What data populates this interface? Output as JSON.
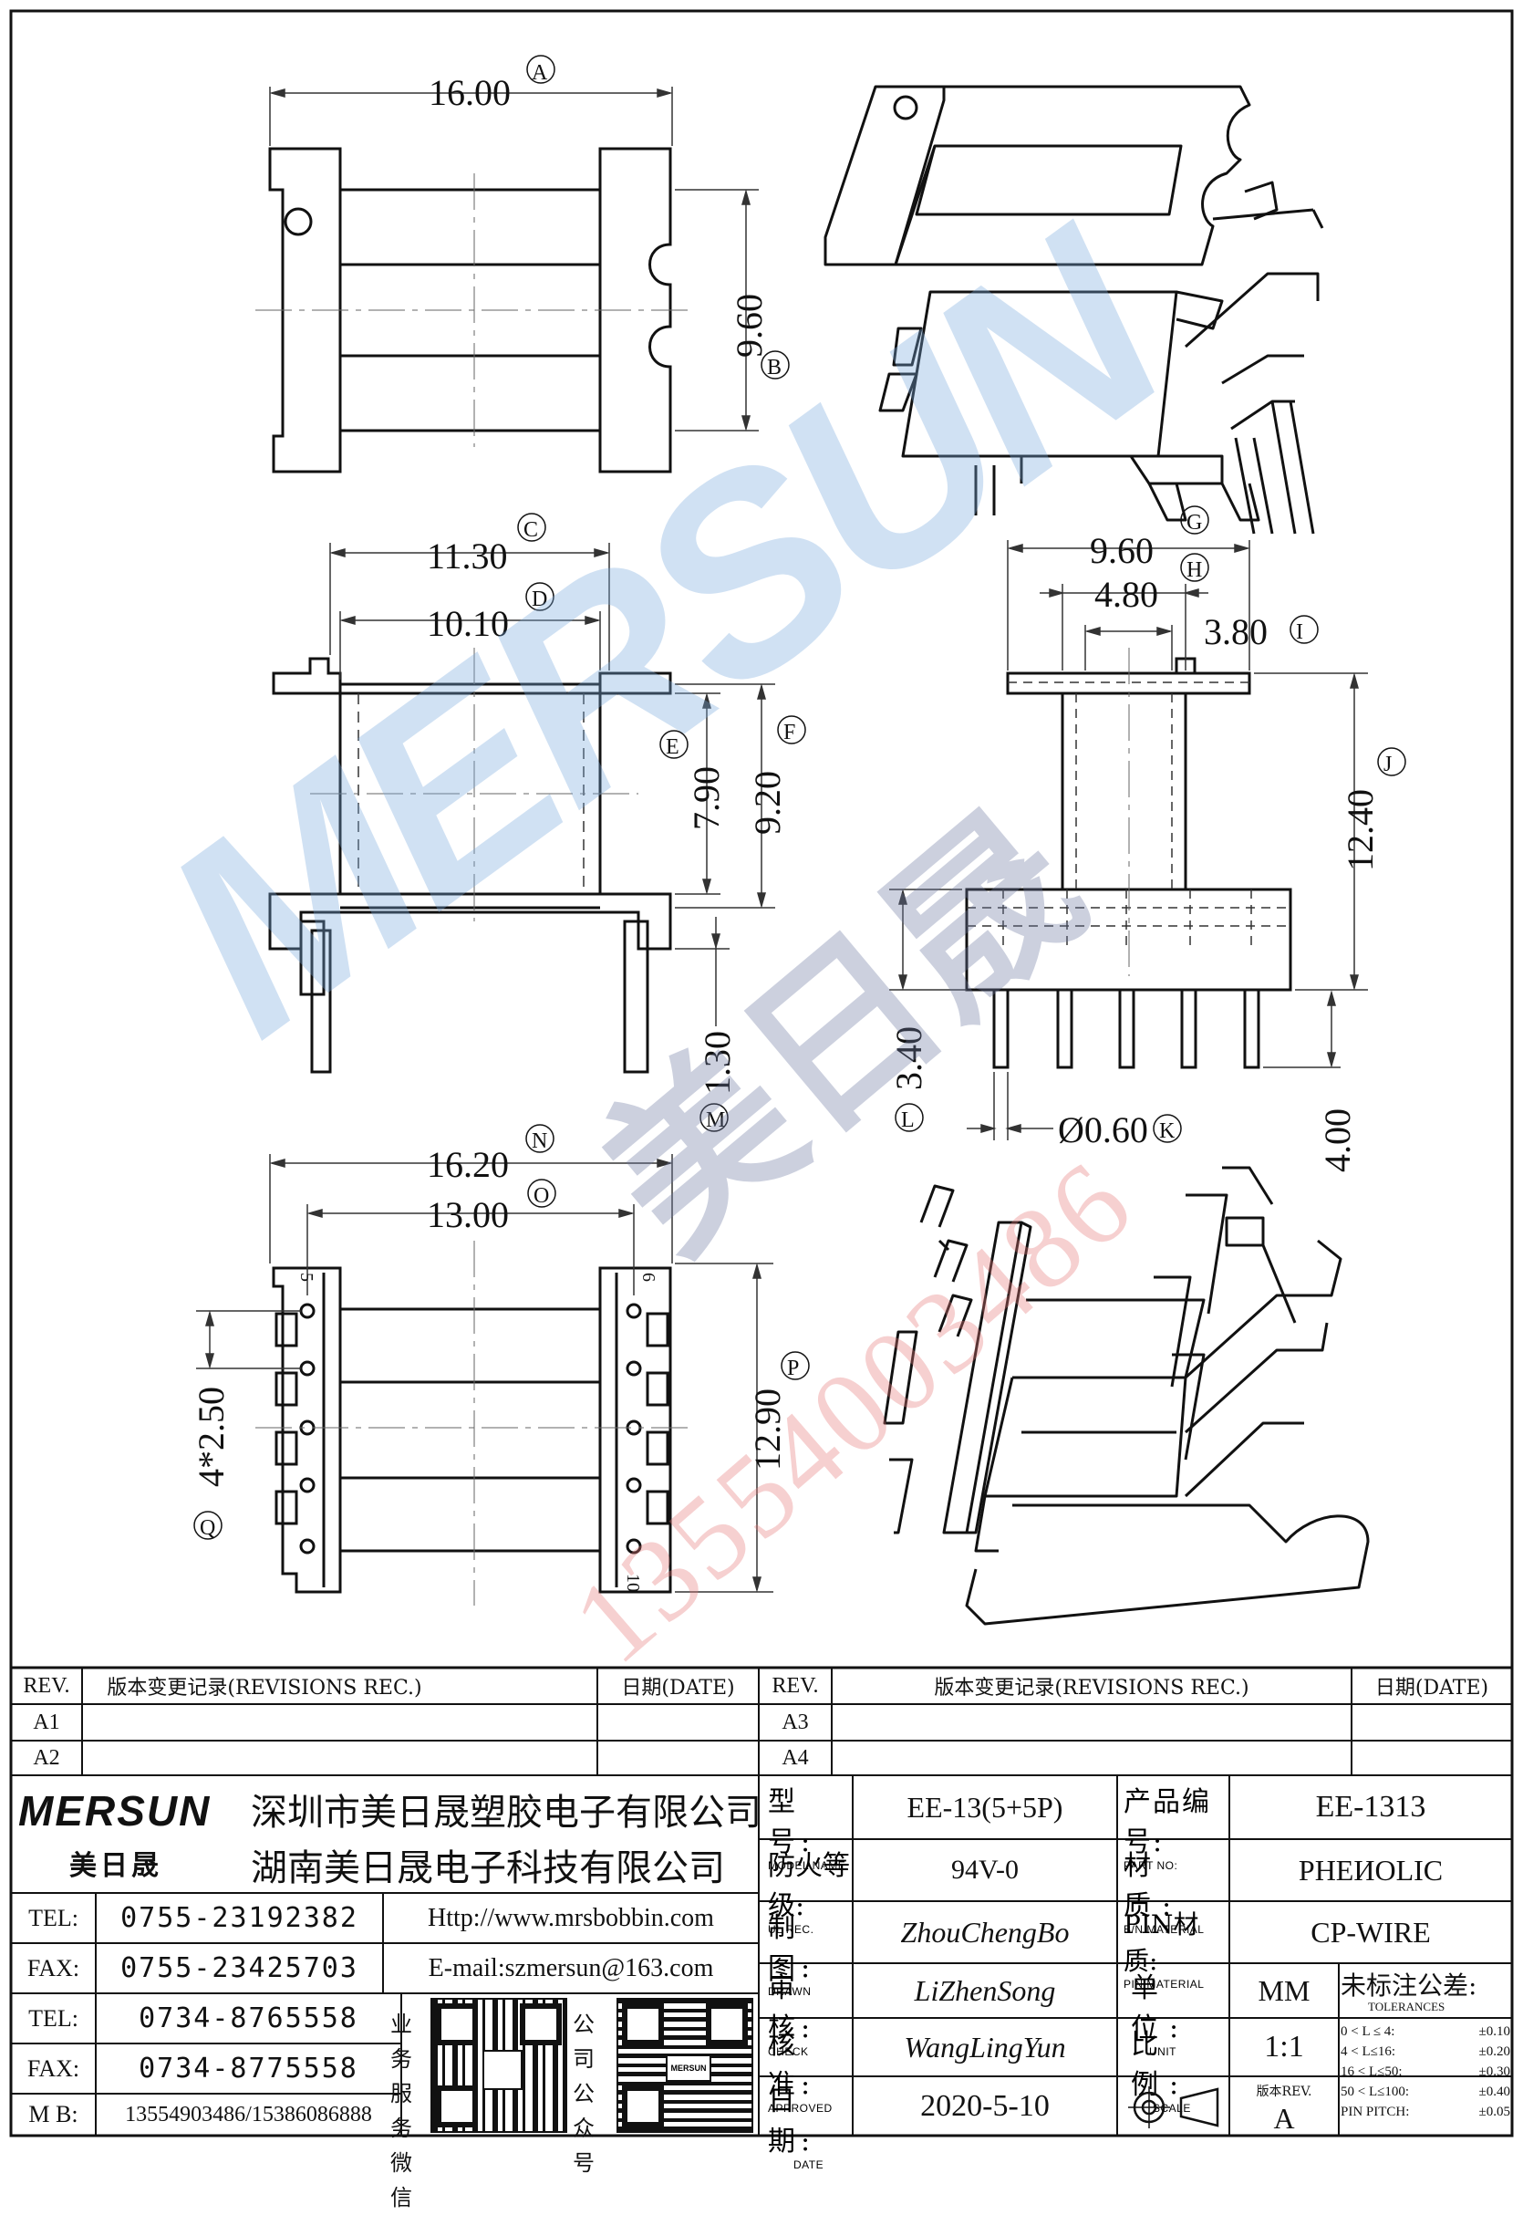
{
  "dimensions": {
    "A": {
      "value": "16.00",
      "tag": "A"
    },
    "B": {
      "value": "9.60",
      "tag": "B"
    },
    "C": {
      "value": "11.30",
      "tag": "C"
    },
    "D": {
      "value": "10.10",
      "tag": "D"
    },
    "E": {
      "value": "7.90",
      "tag": "E"
    },
    "F": {
      "value": "9.20",
      "tag": "F"
    },
    "G": {
      "value": "9.60",
      "tag": "G"
    },
    "H": {
      "value": "4.80",
      "tag": "H"
    },
    "I": {
      "value": "3.80",
      "tag": "I"
    },
    "J": {
      "value": "12.40",
      "tag": "J"
    },
    "K": {
      "value": "Ø0.60",
      "tag": "K"
    },
    "L": {
      "value": "3.40",
      "tag": "L"
    },
    "M": {
      "value": "1.30",
      "tag": "M"
    },
    "N": {
      "value": "16.20",
      "tag": "N"
    },
    "O": {
      "value": "13.00",
      "tag": "O"
    },
    "P": {
      "value": "12.90",
      "tag": "P"
    },
    "Q": {
      "value": "4*2.50",
      "tag": "Q"
    },
    "pin_len": {
      "value": "4.00"
    }
  },
  "pin_numbers": {
    "left_top": "5",
    "right_top": "6",
    "right_bottom": "10"
  },
  "watermark": {
    "brand": "MERSUN",
    "cn": "美日晟",
    "phone": "13554003486"
  },
  "revisions_left": {
    "rev_header": "REV.",
    "rec_header": "版本变更记录(REVISIONS REC.)",
    "date_header": "日期(DATE)",
    "rows": [
      {
        "rev": "A1"
      },
      {
        "rev": "A2"
      }
    ]
  },
  "revisions_right": {
    "rev_header": "REV.",
    "rec_header": "版本变更记录(REVISIONS REC.)",
    "date_header": "日期(DATE)",
    "rows": [
      {
        "rev": "A3"
      },
      {
        "rev": "A4"
      }
    ]
  },
  "company": {
    "logo": "MERSUN",
    "logo_cn": "美日晟",
    "name1": "深圳市美日晟塑胶电子有限公司",
    "name2": "湖南美日晟电子科技有限公司"
  },
  "contacts": [
    {
      "label": "TEL:",
      "value": "0755-23192382",
      "extra": "Http://www.mrsbobbin.com"
    },
    {
      "label": "FAX:",
      "value": "0755-23425703",
      "extra": "E-mail:szmersun@163.com"
    },
    {
      "label": "TEL:",
      "value": "0734-8765558"
    },
    {
      "label": "FAX:",
      "value": "0734-8775558"
    },
    {
      "label": "M B:",
      "value": "13554903486/15386086888"
    }
  ],
  "qr_labels": {
    "left": [
      "业务",
      "服务",
      "微信"
    ],
    "right": [
      "公司",
      "公众",
      "号"
    ]
  },
  "spec": {
    "model_cn": "型 号:",
    "model_en": "MODEL NAME",
    "model": "EE-13(5+5P)",
    "partno_cn": "产品编号:",
    "partno_en": "PART NO:",
    "partno": "EE-1313",
    "ul_cn": "防火等级:",
    "ul_en": "UL REC.",
    "ul": "94V-0",
    "material_cn": "材 质:",
    "material_en": "B/N MATERIAL",
    "material": "PHEИOLIC",
    "drawn_cn": "制 图:",
    "drawn_en": "DRAWN",
    "drawn": "ZhouChengBo",
    "pinmat_cn": "PIN材质:",
    "pinmat_en": "PIN MATERIAL",
    "pinmat": "CP-WIRE",
    "check_cn": "审 核:",
    "check_en": "CHECK",
    "check": "LiZhenSong",
    "unit_cn": "单 位:",
    "unit_en": "UNIT",
    "unit": "MM",
    "approved_cn": "核 准:",
    "approved_en": "APPROVED",
    "approved": "WangLingYun",
    "scale_cn": "比 例:",
    "scale_en": "SCALE",
    "scale": "1:1",
    "date_cn": "日 期:",
    "date_en": "DATE",
    "date": "2020-5-10",
    "version_label": "版本REV.",
    "version": "A",
    "tol_title": "未标注公差:",
    "tol_en": "TOLERANCES",
    "tolerances": [
      {
        "range": "0 < L ≤ 4:",
        "value": "±0.10"
      },
      {
        "range": "4 < L≤16:",
        "value": "±0.20"
      },
      {
        "range": "16 < L≤50:",
        "value": "±0.30"
      },
      {
        "range": "50 < L≤100:",
        "value": "±0.40"
      },
      {
        "range": "PIN PITCH:",
        "value": "±0.05"
      }
    ]
  }
}
